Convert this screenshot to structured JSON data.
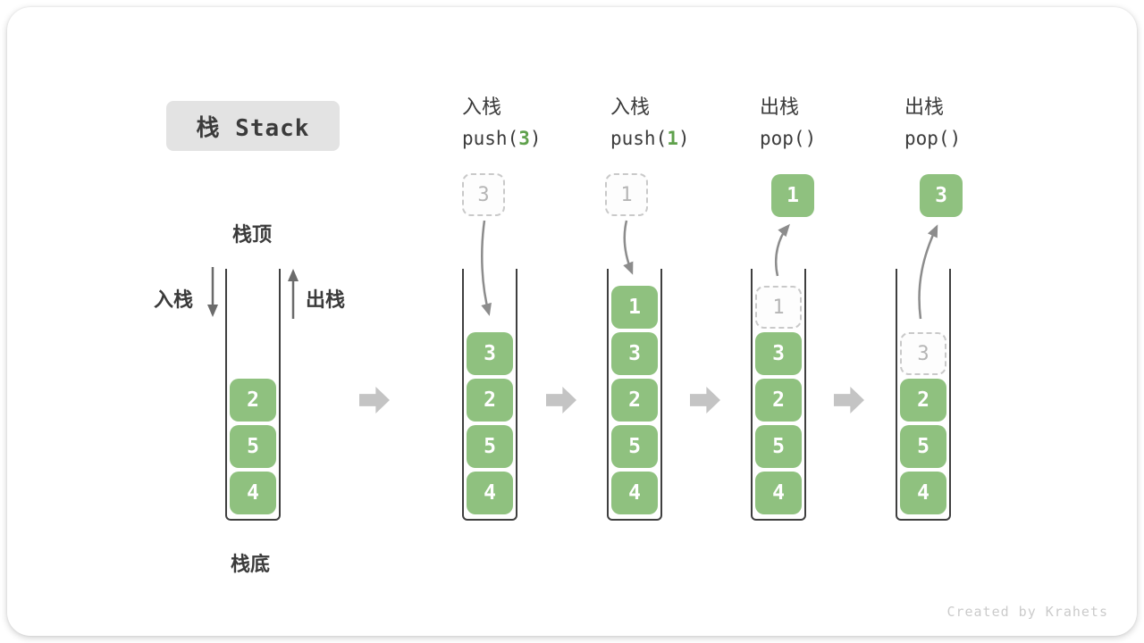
{
  "title": "栈 Stack",
  "labels": {
    "stack_top": "栈顶",
    "stack_bottom": "栈底",
    "push_side": "入栈",
    "pop_side": "出栈"
  },
  "operations": [
    {
      "name": "入栈",
      "code_prefix": "push(",
      "code_arg": "3",
      "code_suffix": ")"
    },
    {
      "name": "入栈",
      "code_prefix": "push(",
      "code_arg": "1",
      "code_suffix": ")"
    },
    {
      "name": "出栈",
      "code_prefix": "pop(",
      "code_arg": "",
      "code_suffix": ")"
    },
    {
      "name": "出栈",
      "code_prefix": "pop(",
      "code_arg": "",
      "code_suffix": ")"
    }
  ],
  "stacks": [
    {
      "cells": [
        {
          "value": "2",
          "style": "solid"
        },
        {
          "value": "5",
          "style": "solid"
        },
        {
          "value": "4",
          "style": "solid"
        }
      ]
    },
    {
      "incoming": {
        "value": "3",
        "style": "dashed"
      },
      "cells": [
        {
          "value": "3",
          "style": "solid"
        },
        {
          "value": "2",
          "style": "solid"
        },
        {
          "value": "5",
          "style": "solid"
        },
        {
          "value": "4",
          "style": "solid"
        }
      ]
    },
    {
      "incoming": {
        "value": "1",
        "style": "dashed"
      },
      "cells": [
        {
          "value": "1",
          "style": "solid"
        },
        {
          "value": "3",
          "style": "solid"
        },
        {
          "value": "2",
          "style": "solid"
        },
        {
          "value": "5",
          "style": "solid"
        },
        {
          "value": "4",
          "style": "solid"
        }
      ]
    },
    {
      "outgoing": {
        "value": "1",
        "style": "solid"
      },
      "cells": [
        {
          "value": "1",
          "style": "dashed"
        },
        {
          "value": "3",
          "style": "solid"
        },
        {
          "value": "2",
          "style": "solid"
        },
        {
          "value": "5",
          "style": "solid"
        },
        {
          "value": "4",
          "style": "solid"
        }
      ]
    },
    {
      "outgoing": {
        "value": "3",
        "style": "solid"
      },
      "cells": [
        {
          "value": "3",
          "style": "dashed"
        },
        {
          "value": "2",
          "style": "solid"
        },
        {
          "value": "5",
          "style": "solid"
        },
        {
          "value": "4",
          "style": "solid"
        }
      ]
    }
  ],
  "watermark": "Created by Krahets",
  "colors": {
    "green": "#8FC17F",
    "green-dark": "#5FA14C",
    "ink": "#3B3B3B",
    "frame": "#3F3F3F",
    "ghost-border": "#C9C9C9",
    "ghost-text": "#B5B5B5",
    "arrow-gray": "#8C8C8C",
    "arrow-dark": "#6B6B6B",
    "flow-arrow": "#C4C4C4",
    "title-bg": "#E3E3E3",
    "watermark": "#CBCBCB"
  }
}
